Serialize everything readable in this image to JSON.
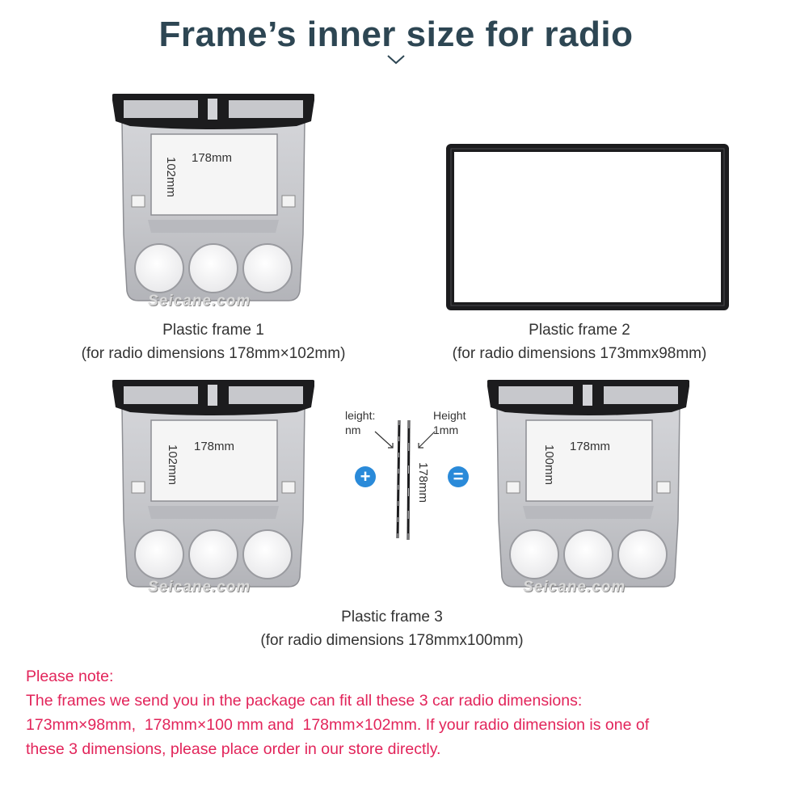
{
  "title": "Frame’s inner size for radio",
  "frame1": {
    "name": "Plastic frame  1",
    "dims": "(for radio dimensions 178mm×102mm)",
    "width_label": "178mm",
    "height_label": "102mm",
    "watermark": "Seicane.com"
  },
  "frame2": {
    "name": "Plastic frame  2",
    "dims": "(for radio dimensions 173mmx98mm)"
  },
  "frame3": {
    "name": "Plastic frame  3",
    "dims": "(for radio dimensions 178mmx100mm)",
    "left_width_label": "178mm",
    "left_height_label": "102mm",
    "right_width_label": "178mm",
    "right_height_label": "100mm",
    "strip_left_label_1": "leight:",
    "strip_left_label_2": "nm",
    "strip_right_label_1": "Height",
    "strip_right_label_2": "1mm",
    "strip_length_label": "178mm",
    "plus_symbol": "+",
    "equals_symbol": "=",
    "watermark": "Seicane.com"
  },
  "note": {
    "heading": "Please note:",
    "line1": "The frames we send you in the package can fit all these 3 car radio dimensions:",
    "line2": "173mm×98mm,  178mm×100 mm and  178mm×102mm. If your radio dimension is one of",
    "line3": "these 3 dimensions, please place order in our store directly."
  },
  "colors": {
    "title": "#2d4653",
    "note": "#e2245a",
    "accent_blue": "#2a8ad9",
    "frame_silver": "#c9cace",
    "frame_black": "#1c1c1e"
  }
}
